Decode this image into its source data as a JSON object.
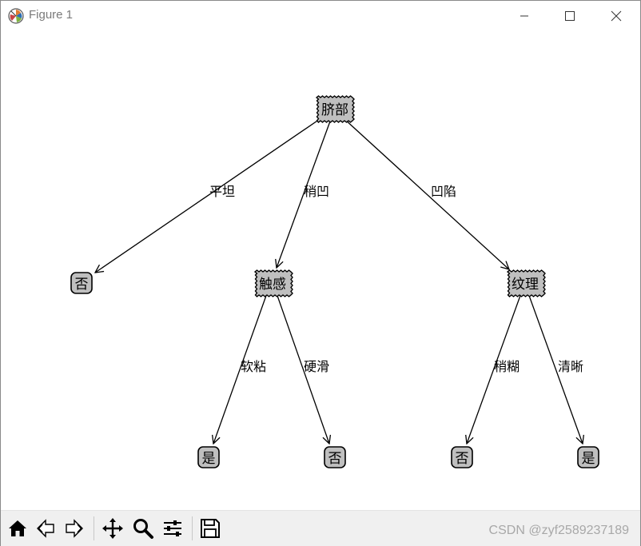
{
  "window": {
    "title": "Figure 1"
  },
  "tree": {
    "root": {
      "label": "脐部"
    },
    "nodes": {
      "leaf_pingtan": {
        "label": "否"
      },
      "chugan": {
        "label": "触感"
      },
      "wenli": {
        "label": "纹理"
      },
      "leaf_ruannian": {
        "label": "是"
      },
      "leaf_yinghua": {
        "label": "否"
      },
      "leaf_shaohu": {
        "label": "否"
      },
      "leaf_qingxi": {
        "label": "是"
      }
    },
    "edges": {
      "pingtan": "平坦",
      "shaoao": "稍凹",
      "aoxian": "凹陷",
      "ruannian": "软粘",
      "yinghua": "硬滑",
      "shaohu": "稍糊",
      "qingxi": "清晰"
    }
  },
  "toolbar": {
    "buttons": [
      "home-icon",
      "back-icon",
      "forward-icon",
      "pan-icon",
      "zoom-icon",
      "configure-subplots-icon",
      "save-icon"
    ]
  },
  "watermark": "CSDN @zyf2589237189"
}
